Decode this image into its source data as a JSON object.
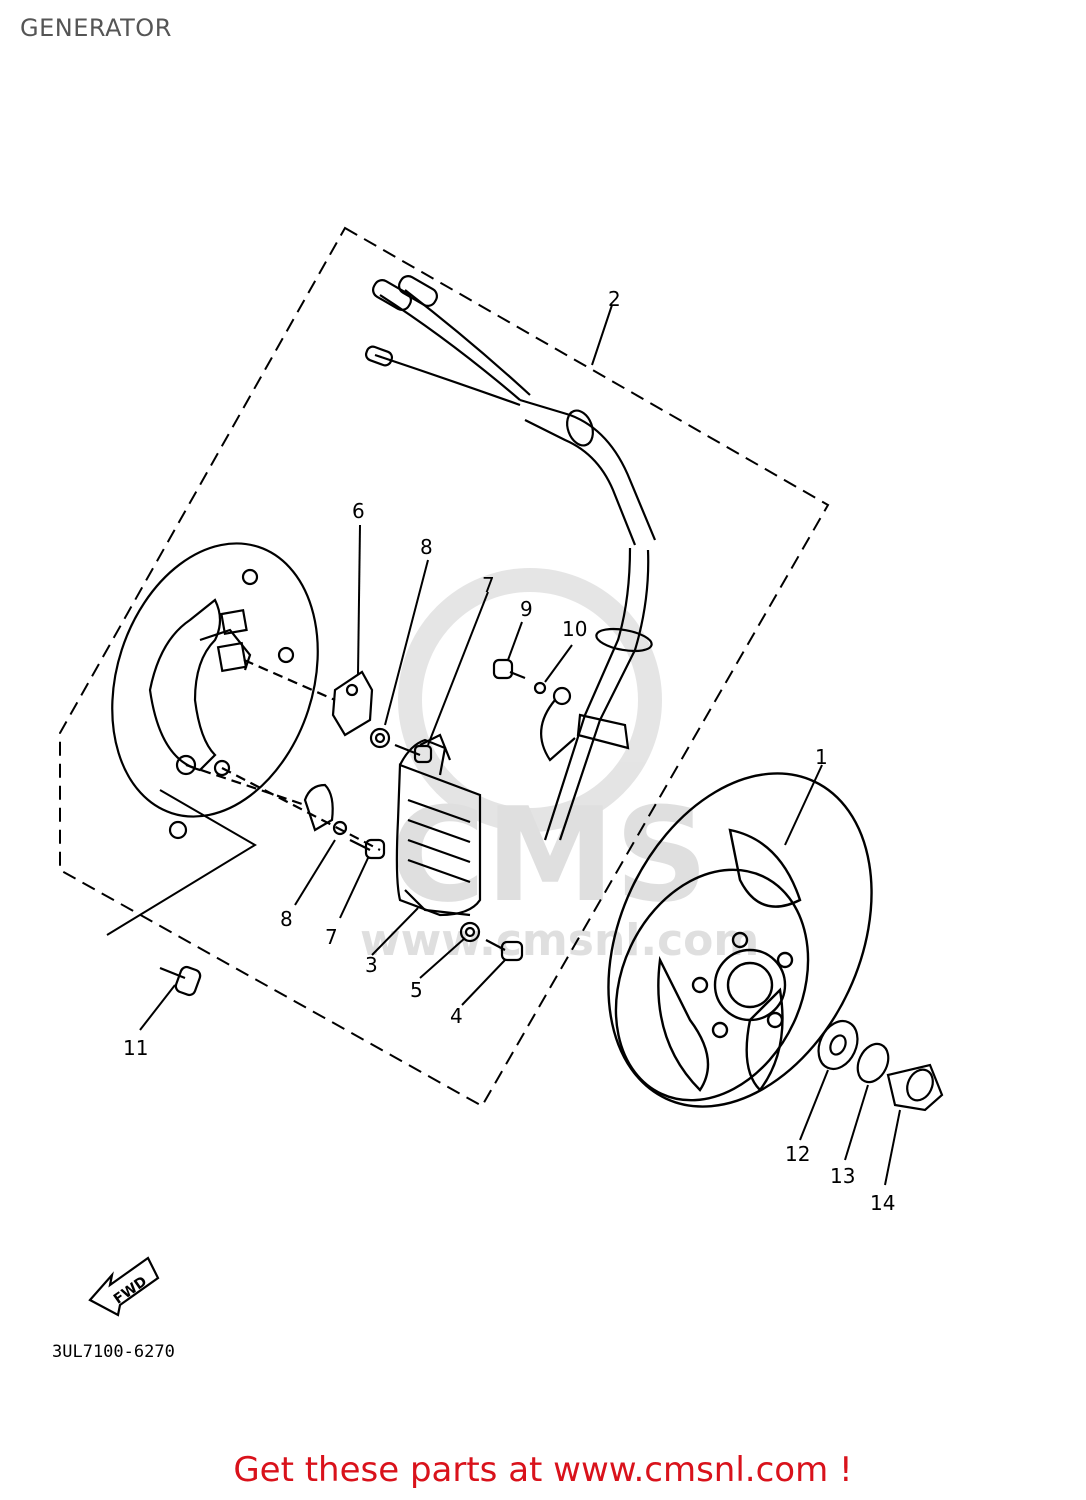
{
  "header": {
    "title": "GENERATOR"
  },
  "diagram": {
    "callouts": [
      "1",
      "2",
      "3",
      "4",
      "5",
      "6",
      "7",
      "7",
      "8",
      "8",
      "9",
      "10",
      "11",
      "12",
      "13",
      "14"
    ],
    "fwd_label": "FWD",
    "reference_code": "3UL7100-6270",
    "watermark": {
      "logo": "CMS",
      "url": "www.cmsnl.com"
    }
  },
  "footer": {
    "promo_text": "Get these parts at www.cmsnl.com !"
  },
  "colors": {
    "line": "#000000",
    "promo": "#d9121b",
    "title": "#555555",
    "watermark": "#dcdcdc"
  }
}
